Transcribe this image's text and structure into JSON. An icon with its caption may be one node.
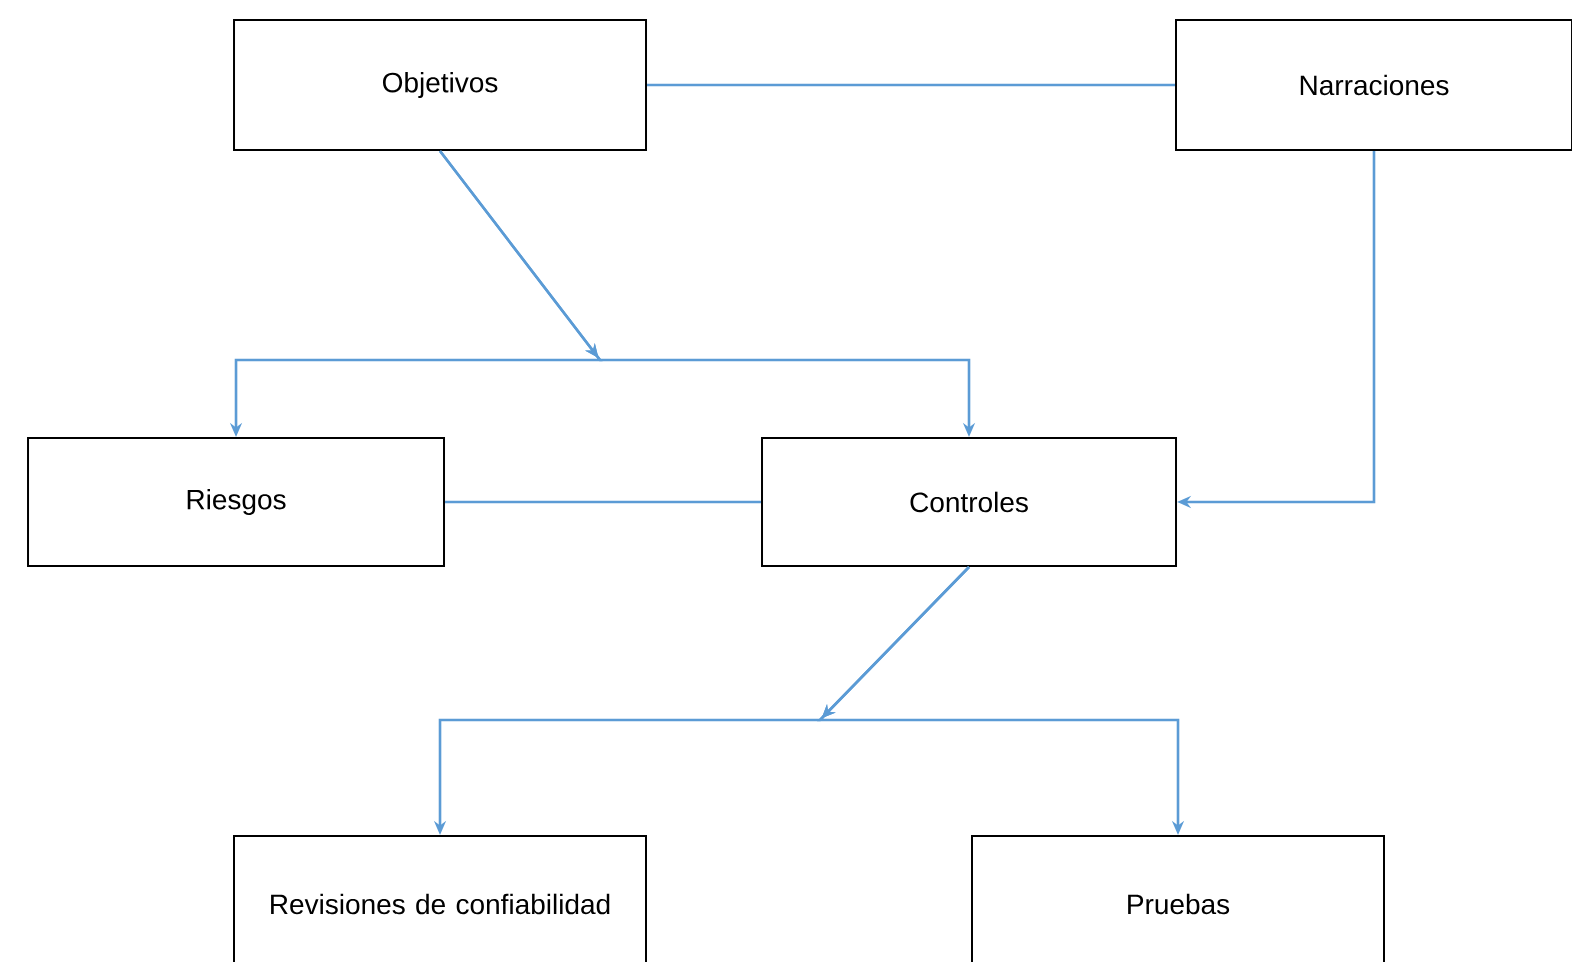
{
  "diagram": {
    "nodes": [
      {
        "text": [
          "Objetivos"
        ]
      },
      {
        "text": [
          "Narraciones"
        ]
      },
      {
        "text": [
          "Riesgos"
        ]
      },
      {
        "text": [
          "Controles"
        ]
      },
      {
        "text": [
          "Revisiones de confiabilidad"
        ]
      },
      {
        "text": [
          "Pruebas"
        ]
      }
    ],
    "edges": [
      {
        "from": 0,
        "to": 1,
        "arrow": "none"
      },
      {
        "from": 0,
        "to": 2,
        "arrow": "to"
      },
      {
        "from": 0,
        "to": 3,
        "arrow": "to"
      },
      {
        "from": 1,
        "to": 3,
        "arrow": "to"
      },
      {
        "from": 2,
        "to": 3,
        "arrow": "none"
      },
      {
        "from": 3,
        "to": 4,
        "arrow": "to"
      },
      {
        "from": 3,
        "to": 5,
        "arrow": "to"
      }
    ]
  }
}
